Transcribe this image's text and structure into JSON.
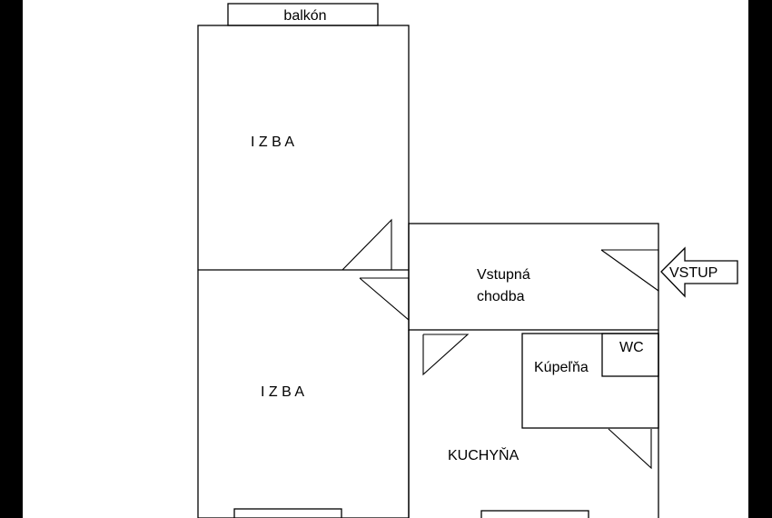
{
  "labels": {
    "balcony": "balkón",
    "room_top": "I Z B A",
    "room_bottom": "I Z B A",
    "hall_line1": "Vstupná",
    "hall_line2": "chodba",
    "entrance": "VSTUP",
    "wc": "WC",
    "bathroom": "Kúpeľňa",
    "kitchen": "KUCHYŇA"
  },
  "colors": {
    "background": "#000000",
    "sheet": "#ffffff",
    "lines": "#000000"
  }
}
